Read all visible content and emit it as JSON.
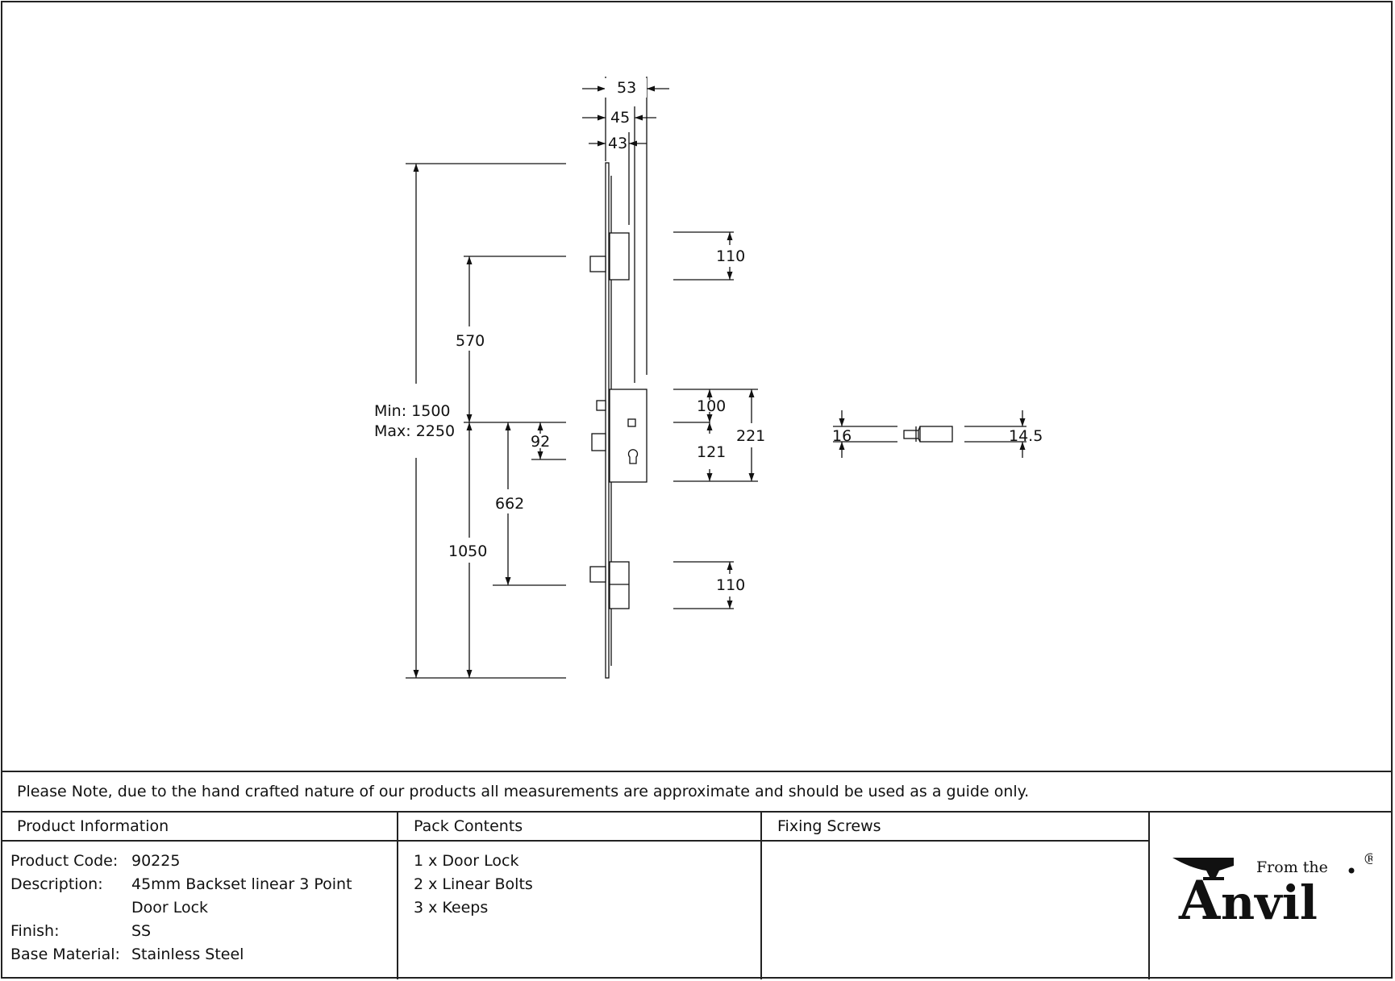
{
  "drawing": {
    "dims": {
      "d53": "53",
      "d45": "45",
      "d43": "43",
      "d110_top": "110",
      "d570": "570",
      "min_length": "Min: 1500",
      "max_length": "Max: 2250",
      "d100": "100",
      "d221": "221",
      "d92": "92",
      "d121": "121",
      "d662": "662",
      "d1050": "1050",
      "d110_bottom": "110",
      "d16": "16",
      "d14_5": "14.5"
    }
  },
  "note": "Please Note, due to the hand crafted nature of our products all measurements are approximate and should be used as a guide only.",
  "product_info": {
    "heading": "Product Information",
    "rows": [
      {
        "label": "Product Code:",
        "value": "90225"
      },
      {
        "label": "Description:",
        "value": "45mm Backset linear 3 Point"
      },
      {
        "label": "",
        "value": "Door Lock"
      },
      {
        "label": "Finish:",
        "value": "SS"
      },
      {
        "label": "Base Material:",
        "value": "Stainless Steel"
      }
    ]
  },
  "pack_contents": {
    "heading": "Pack Contents",
    "items": [
      "1 x Door Lock",
      "2 x Linear Bolts",
      "3 x Keeps"
    ]
  },
  "fixing_screws": {
    "heading": "Fixing Screws"
  },
  "logo": {
    "from_text": "From the",
    "main_text": "nvil",
    "registered": "®"
  }
}
